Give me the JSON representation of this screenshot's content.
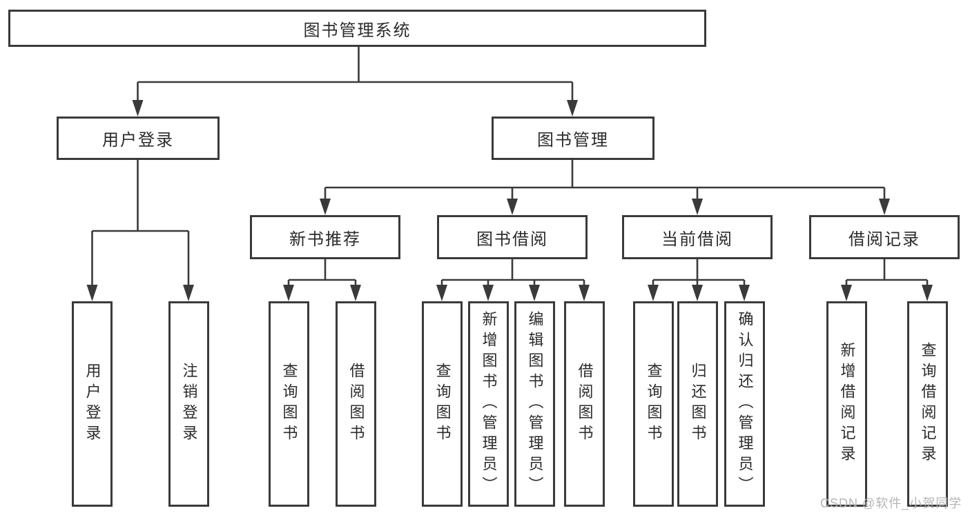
{
  "root": {
    "label": "图书管理系统"
  },
  "tree": {
    "user_login": {
      "label": "用户登录",
      "children": [
        {
          "label": "用户登录"
        },
        {
          "label": "注销登录"
        }
      ]
    },
    "book_mgmt": {
      "label": "图书管理",
      "children": [
        {
          "label": "新书推荐",
          "children": [
            {
              "label": "查询图书"
            },
            {
              "label": "借阅图书"
            }
          ]
        },
        {
          "label": "图书借阅",
          "children": [
            {
              "label": "查询图书"
            },
            {
              "label": "新增图书（管理员）"
            },
            {
              "label": "编辑图书（管理员）"
            },
            {
              "label": "借阅图书"
            }
          ]
        },
        {
          "label": "当前借阅",
          "children": [
            {
              "label": "查询图书"
            },
            {
              "label": "归还图书"
            },
            {
              "label": "确认归还（管理员）"
            }
          ]
        },
        {
          "label": "借阅记录",
          "children": [
            {
              "label": "新增借阅记录"
            },
            {
              "label": "查询借阅记录"
            }
          ]
        }
      ]
    }
  },
  "watermark": {
    "text": "CSDN @软件_小贺同学"
  },
  "colors": {
    "line": "#3a3a3a",
    "text": "#2b2b2b",
    "bg": "#ffffff",
    "watermark": "#b5b5b5"
  }
}
